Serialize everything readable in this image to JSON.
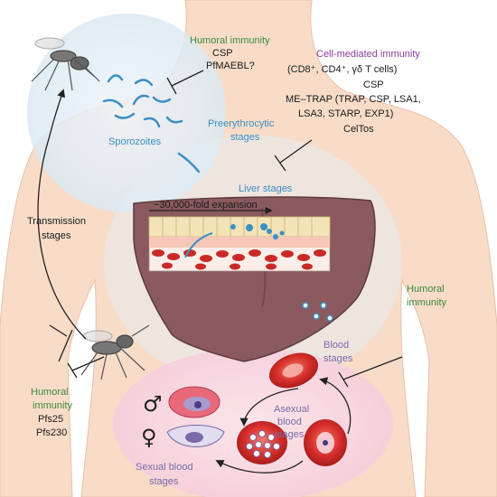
{
  "humoral_top": {
    "title": "Humoral immunity",
    "line1": "CSP",
    "line2": "PfMAEBL?"
  },
  "cell_mediated": {
    "title": "Cell-mediated immunity",
    "line1": "(CD8⁺, CD4⁺, γδ T cells)",
    "line2": "CSP",
    "line3": "ME–TRAP (TRAP, CSP, LSA1,",
    "line4": "LSA3, STARP, EXP1)",
    "line5": "CelTos"
  },
  "stages": {
    "sporozoites": "Sporozoites",
    "preerythrocytic_1": "Preerythrocytic",
    "preerythrocytic_2": "stages",
    "liver": "Liver stages",
    "expansion": "~30,000-fold expansion",
    "transmission_1": "Transmission",
    "transmission_2": "stages",
    "blood_1": "Blood",
    "blood_2": "stages",
    "asexual_1": "Asexual",
    "asexual_2": "blood",
    "asexual_3": "stages",
    "sexual_1": "Sexual blood",
    "sexual_2": "stages"
  },
  "humoral_right": {
    "line1": "Humoral",
    "line2": "immunity"
  },
  "humoral_bottom": {
    "line1": "Humoral",
    "line2": "immunity",
    "line3": "Pfs25",
    "line4": "Pfs230"
  },
  "symbols": {
    "male": "♂",
    "female": "♀"
  },
  "colors": {
    "green": "#3b8a3e",
    "purple": "#8a3c9a",
    "blue": "#3c8fc4",
    "skin": "#f8dcc8",
    "liver": "#8a5a5e",
    "rbc": "#d8302c"
  }
}
